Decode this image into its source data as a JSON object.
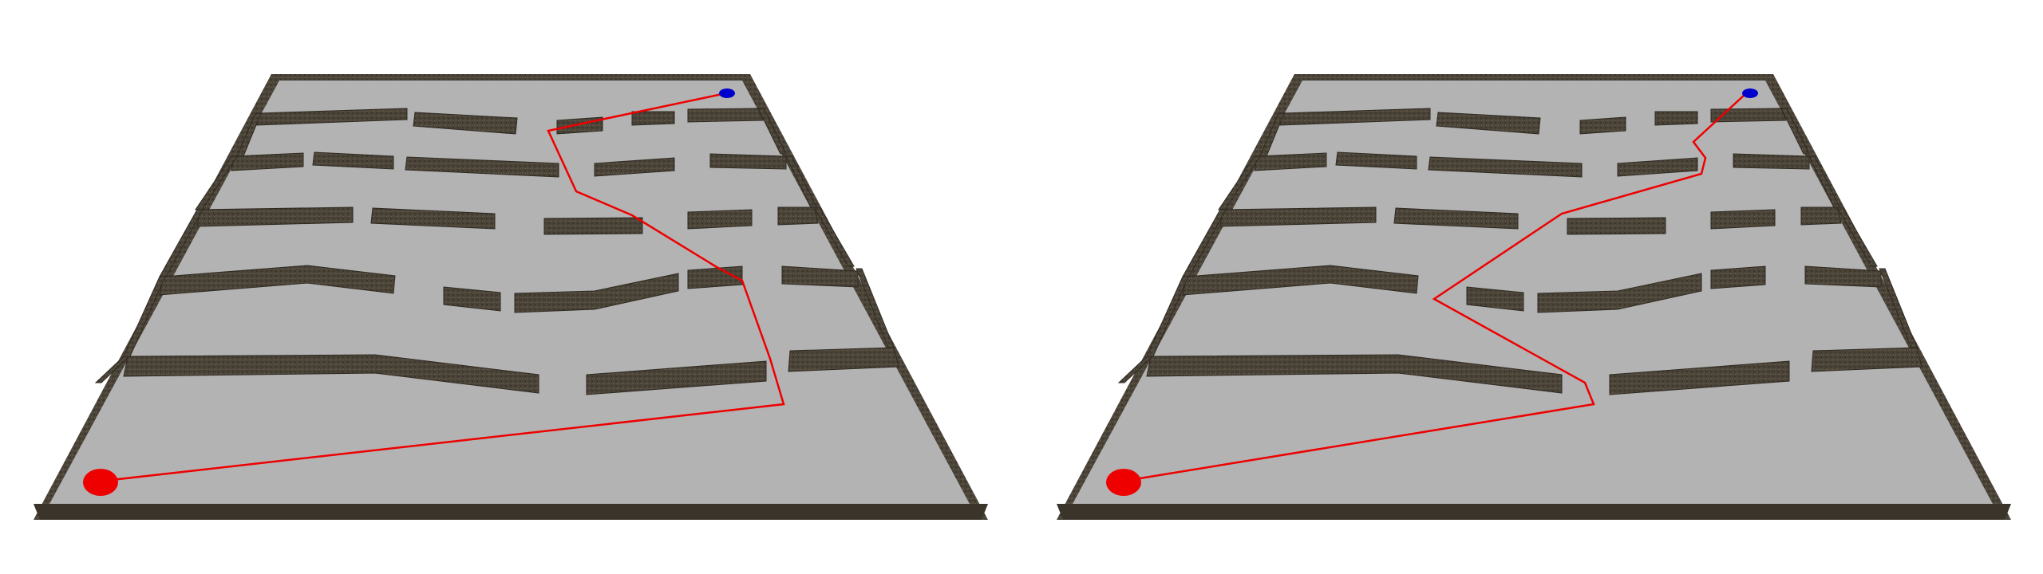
{
  "colors": {
    "background": "#ffffff",
    "floor": "#b3b3b3",
    "wall": "#4a4338",
    "wall_top": "#6b6356",
    "wall_side": "#2f2a22",
    "start_marker": "#ee0000",
    "goal_marker": "#0000cc",
    "path": "#ee0000"
  },
  "panels": [
    {
      "name": "maze-panel-left",
      "path_variant": "route-right"
    },
    {
      "name": "maze-panel-right",
      "path_variant": "route-zigzag"
    }
  ]
}
